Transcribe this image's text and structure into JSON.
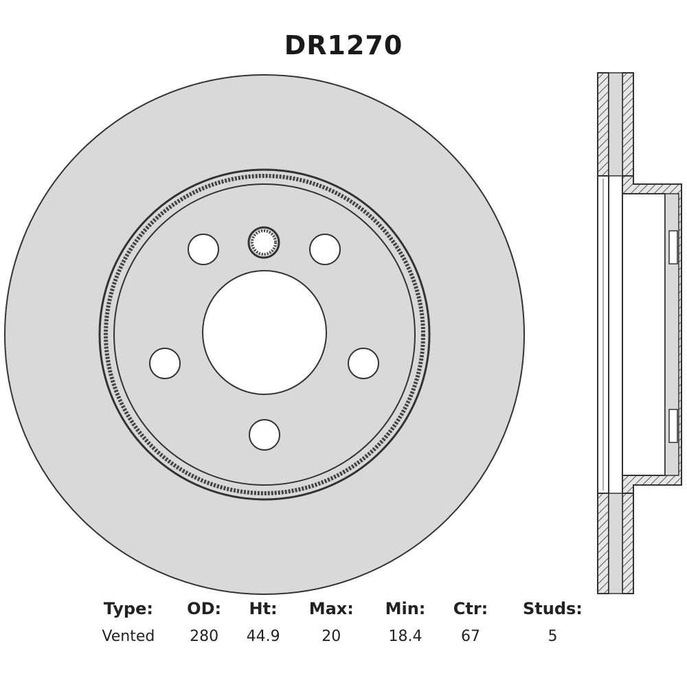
{
  "title": "DR1270",
  "specs": {
    "headers": {
      "type": "Type:",
      "od": "OD:",
      "ht": "Ht:",
      "max": "Max:",
      "min": "Min:",
      "ctr": "Ctr:",
      "studs": "Studs:"
    },
    "values": {
      "type": "Vented",
      "od": "280",
      "ht": "44.9",
      "max": "20",
      "min": "18.4",
      "ctr": "67",
      "studs": "5"
    }
  },
  "colors": {
    "disc_fill": "#d9d9d9",
    "outline": "#333333",
    "hole_fill": "#ffffff",
    "hatch": "#555555"
  }
}
